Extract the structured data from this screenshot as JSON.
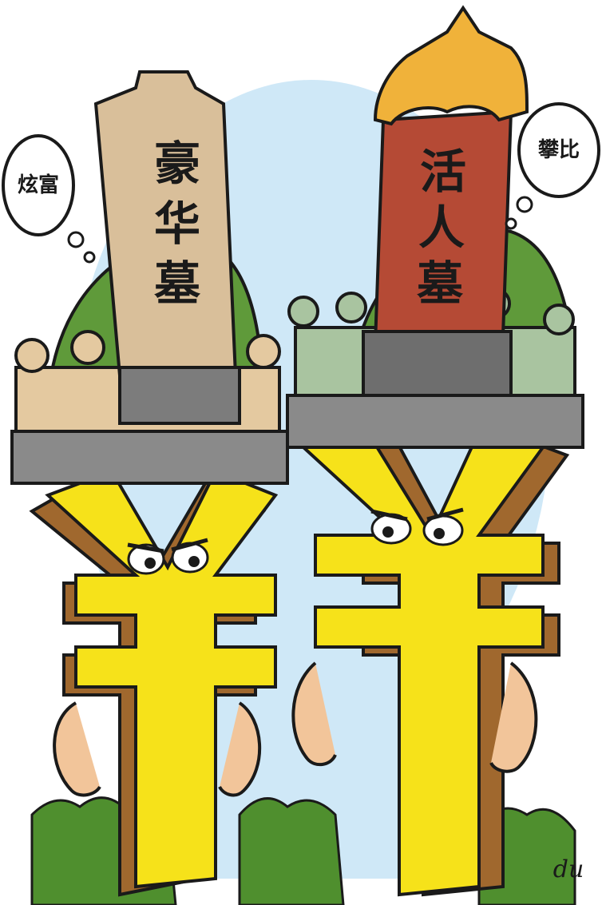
{
  "cartoon": {
    "left_tomb_text": [
      "豪",
      "华",
      "墓"
    ],
    "right_tomb_text": [
      "活",
      "人",
      "墓"
    ],
    "left_bubble_text": "炫富",
    "right_bubble_text": "攀比",
    "signature": "du"
  },
  "colors": {
    "sky": "#cfe8f7",
    "yuan_yellow": "#f6e21a",
    "yuan_shadow": "#a0682e",
    "left_tomb": "#d9bf9a",
    "right_tomb": "#b54a35",
    "roof": "#f0b23a",
    "mound": "#5f9a3a",
    "bush": "#4f8f2e",
    "base_gray": "#8a8a8a",
    "rail_left": "#e4c9a0",
    "rail_right": "#a9c4a0"
  }
}
